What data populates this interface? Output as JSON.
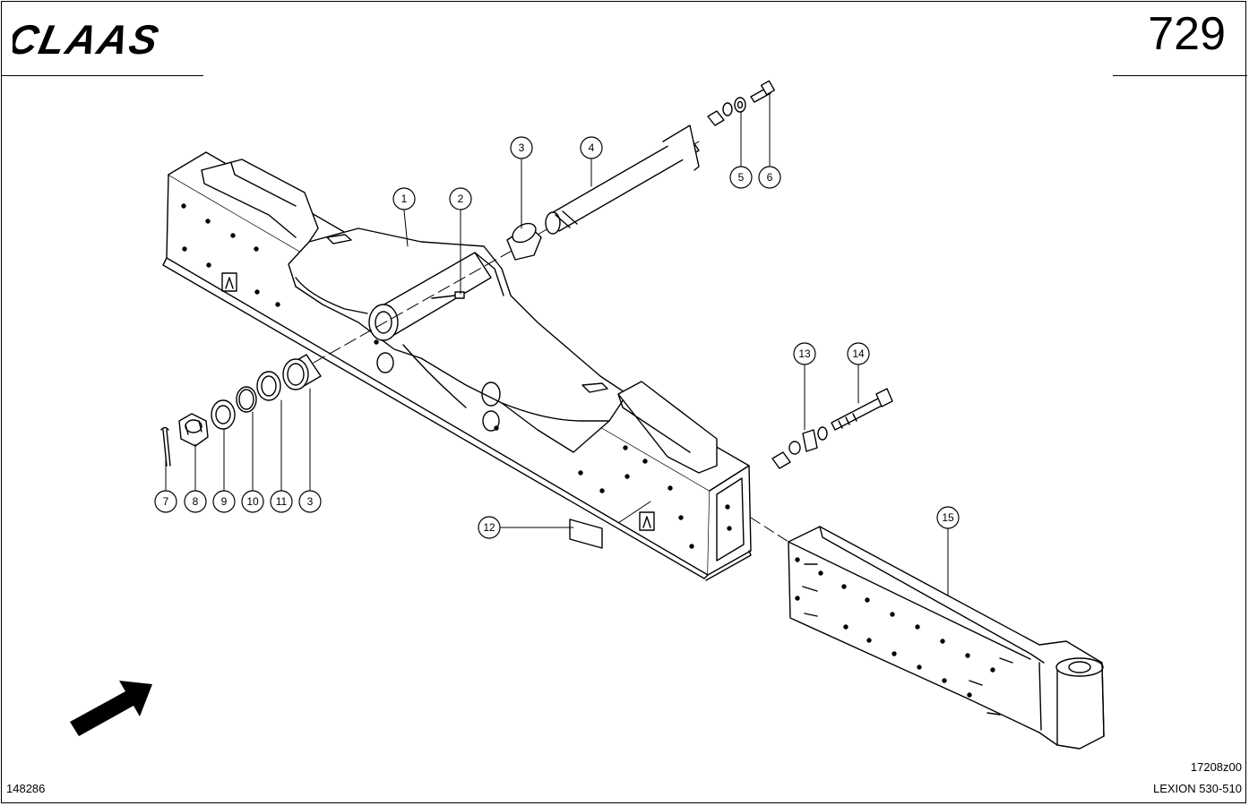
{
  "header": {
    "brand": "CLAAS",
    "page_number": "729"
  },
  "footer": {
    "drawing_number": "148286",
    "figure_code": "17208z00",
    "model": "LEXION 530-510"
  },
  "callouts": [
    {
      "label": "1"
    },
    {
      "label": "2"
    },
    {
      "label": "3"
    },
    {
      "label": "4"
    },
    {
      "label": "5"
    },
    {
      "label": "6"
    },
    {
      "label": "7"
    },
    {
      "label": "8"
    },
    {
      "label": "9"
    },
    {
      "label": "10"
    },
    {
      "label": "11"
    },
    {
      "label": "3"
    },
    {
      "label": "12"
    },
    {
      "label": "13"
    },
    {
      "label": "14"
    },
    {
      "label": "15"
    }
  ]
}
